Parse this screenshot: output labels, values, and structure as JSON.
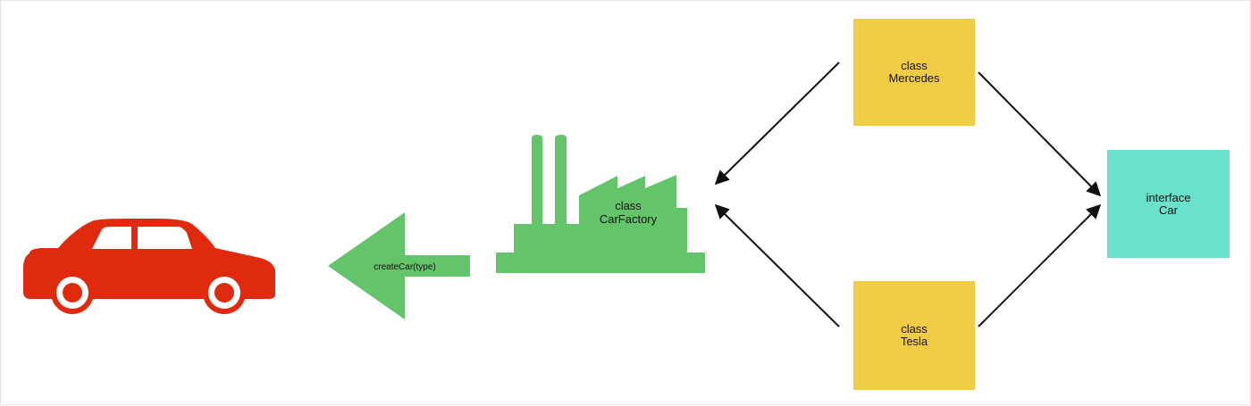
{
  "boxes": {
    "mercedes": {
      "line1": "class",
      "line2": "Mercedes"
    },
    "tesla": {
      "line1": "class",
      "line2": "Tesla"
    },
    "car_interface": {
      "line1": "interface",
      "line2": "Car"
    }
  },
  "factory": {
    "line1": "class",
    "line2": "CarFactory"
  },
  "create_arrow": {
    "label": "createCar(type)"
  },
  "colors": {
    "car_red": "#e02a10",
    "factory_green": "#64c46a",
    "class_yellow": "#f3cc46",
    "interface_teal": "#6ae2cb",
    "arrow_black": "#111111"
  },
  "icons": [
    "car-icon",
    "factory-icon",
    "left-arrow-icon"
  ]
}
